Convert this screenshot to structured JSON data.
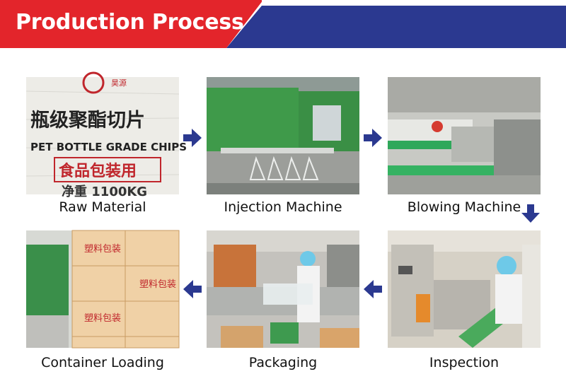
{
  "header": {
    "title": "Production Process"
  },
  "steps": [
    {
      "label": "Raw Material",
      "bag_text": {
        "brand": "昊源",
        "line1": "瓶级聚酯切片",
        "line2": "PET BOTTLE GRADE CHIPS",
        "line3": "食品包装用",
        "line4": "净重 1100KG"
      }
    },
    {
      "label": "Injection Machine"
    },
    {
      "label": "Blowing Machine"
    },
    {
      "label": "Inspection"
    },
    {
      "label": "Packaging",
      "box_text": "塑料包装"
    },
    {
      "label": "Container Loading",
      "box_text": "塑料包装"
    }
  ],
  "colors": {
    "red": "#e3252b",
    "blue": "#2b3990",
    "arrow": "#2b3990"
  }
}
